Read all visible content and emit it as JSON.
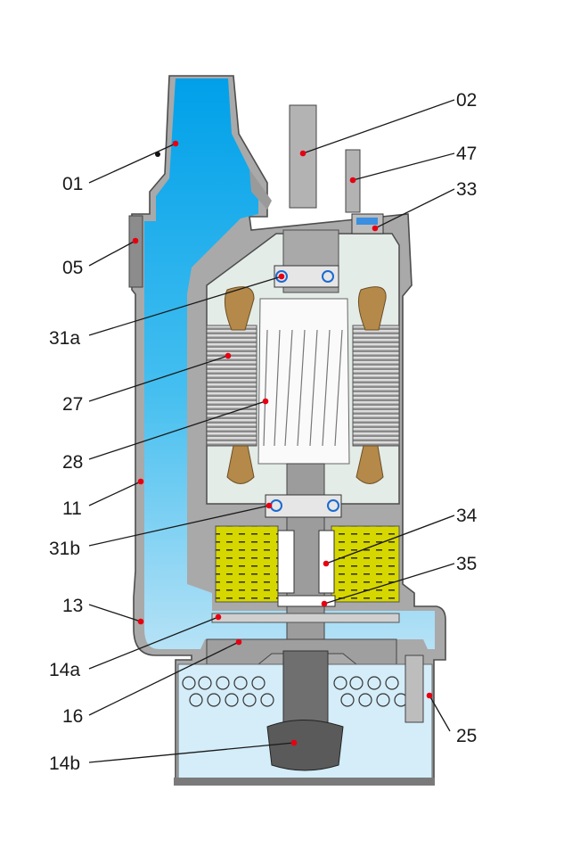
{
  "diagram": {
    "title": "Submersible pump cross-section",
    "colors": {
      "casing": "#a9a9a9",
      "water_dark": "#00a0e9",
      "water_light": "#bfe6f7",
      "motor_interior": "#e4ece8",
      "winding": "#b4894a",
      "oil": "#d7d700",
      "marker": "#e60012"
    },
    "labels": {
      "l01": "01",
      "l02": "02",
      "l47": "47",
      "l33": "33",
      "l05": "05",
      "l31a": "31a",
      "l27": "27",
      "l28": "28",
      "l11": "11",
      "l31b": "31b",
      "l34": "34",
      "l35": "35",
      "l13": "13",
      "l14a": "14a",
      "l16": "16",
      "l25": "25",
      "l14b": "14b"
    }
  }
}
